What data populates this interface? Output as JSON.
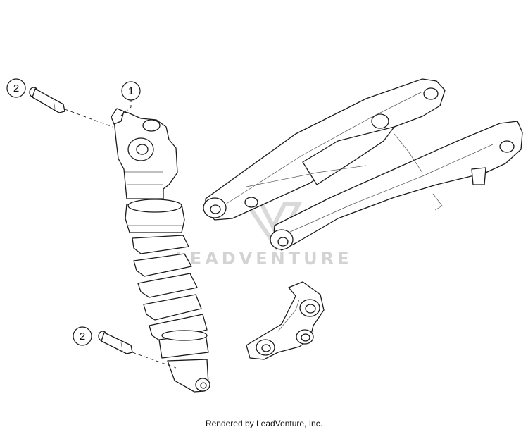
{
  "callouts": [
    {
      "id": "callout-1",
      "number": "1"
    },
    {
      "id": "callout-2a",
      "number": "2"
    },
    {
      "id": "callout-2b",
      "number": "2"
    }
  ],
  "watermark": {
    "text": "LEADVENTURE"
  },
  "footer": {
    "text": "Rendered by LeadVenture, Inc."
  },
  "colors": {
    "line": "#1a1a1a",
    "watermark": "#cfcfcf",
    "background": "#ffffff"
  }
}
